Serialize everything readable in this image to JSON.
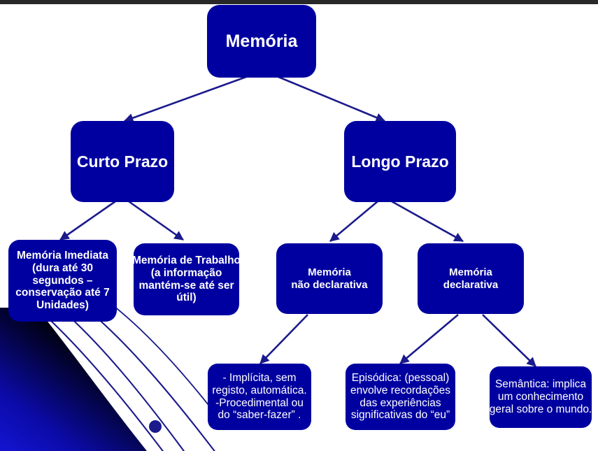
{
  "diagram": {
    "title_text": "Memória",
    "theme": {
      "node_fill": "#0000A0",
      "node_text": "#FFFFFF",
      "connector": "#1A1A8C",
      "page_background": "#FFFFFF",
      "top_bar": "#282828",
      "decor_gradient_from": "#0A0AC8",
      "decor_gradient_to": "#000000"
    },
    "nodes": [
      {
        "id": "memoria",
        "level": 1,
        "label": "Memória"
      },
      {
        "id": "curto-prazo",
        "level": 2,
        "label": "Curto Prazo"
      },
      {
        "id": "longo-prazo",
        "level": 2,
        "label": "Longo Prazo"
      },
      {
        "id": "memoria-imediata",
        "level": 3,
        "label": "Memória Imediata\n(dura até 30\nsegundos –\nconservação até 7\nUnidades)"
      },
      {
        "id": "memoria-trabalho",
        "level": 3,
        "label": "Memória de Trabalho\n(a informação\nmantém-se até ser\nútil)"
      },
      {
        "id": "nao-declarativa",
        "level": 3,
        "label": "Memória\nnão declarativa"
      },
      {
        "id": "declarativa",
        "level": 3,
        "label": "Memória\ndeclarativa"
      },
      {
        "id": "implicita",
        "level": 4,
        "label": "- Implícita, sem\nregisto, automática.\n-Procedimental ou\ndo “saber-fazer” ."
      },
      {
        "id": "episodica",
        "level": 4,
        "label": "Episódica: (pessoal)\nenvolve recordações\ndas experiências\nsignificativas do “eu”"
      },
      {
        "id": "semantica",
        "level": 4,
        "label": "Semântica: implica\num conhecimento\ngeral sobre o mundo."
      }
    ],
    "connections": [
      {
        "from": "memoria",
        "to": "curto-prazo"
      },
      {
        "from": "memoria",
        "to": "longo-prazo"
      },
      {
        "from": "curto-prazo",
        "to": "memoria-imediata"
      },
      {
        "from": "curto-prazo",
        "to": "memoria-trabalho"
      },
      {
        "from": "longo-prazo",
        "to": "nao-declarativa"
      },
      {
        "from": "longo-prazo",
        "to": "declarativa"
      },
      {
        "from": "nao-declarativa",
        "to": "implicita"
      },
      {
        "from": "declarativa",
        "to": "episodica"
      },
      {
        "from": "declarativa",
        "to": "semantica"
      }
    ],
    "decoration": {
      "name": "corner-swoosh-graphic",
      "arc_count": 4,
      "dot": "accent-dot"
    }
  }
}
